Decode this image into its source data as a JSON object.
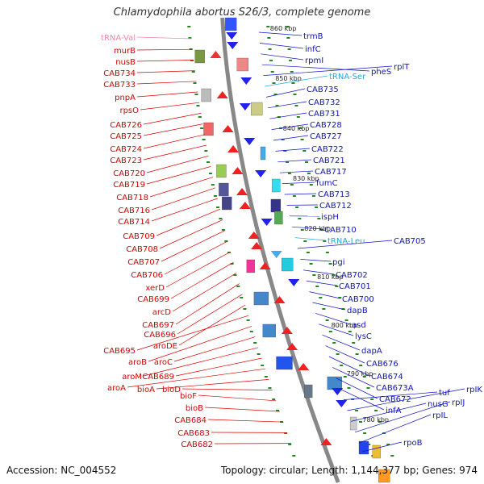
{
  "title": "Chlamydophila abortus S26/3, complete genome",
  "footer": {
    "accession": "Accession: NC_004552",
    "summary": "Topology: circular; Length: 1,144,377 bp; Genes: 974"
  },
  "colors": {
    "left_label": "#dd0000",
    "right_label": "#1010cc",
    "trna_left": "#ee88aa",
    "trna_right": "#22aadd",
    "backbone": "#888888",
    "tick": "#228822"
  },
  "kbp_marks": [
    "860 kbp",
    "850 kbp",
    "840 kbp",
    "830 kbp",
    "820 kbp",
    "810 kbp",
    "800 kbp",
    "790 kbp",
    "780 kbp"
  ],
  "left_labels": [
    "tRNA-Val",
    "murB",
    "nusB",
    "CAB734",
    "CAB733",
    "pnpA",
    "rpsO",
    "CAB726",
    "CAB725",
    "CAB724",
    "CAB723",
    "CAB720",
    "CAB719",
    "CAB718",
    "CAB716",
    "CAB714",
    "CAB709",
    "CAB708",
    "CAB707",
    "CAB706",
    "xerD",
    "CAB699",
    "arcD",
    "CAB697",
    "CAB696",
    "aroDE",
    "CAB695",
    "aroB",
    "aroC",
    "aroM",
    "CAB689",
    "aroA",
    "bioA",
    "bioD",
    "bioF",
    "bioB",
    "CAB684",
    "CAB683",
    "CAB682"
  ],
  "right_labels": [
    "trmB",
    "infC",
    "rpmI",
    "pheS",
    "rplT",
    "tRNA-Ser",
    "CAB735",
    "CAB732",
    "CAB731",
    "CAB728",
    "CAB727",
    "CAB722",
    "CAB721",
    "CAB717",
    "fumC",
    "CAB713",
    "CAB712",
    "ispH",
    "CAB710",
    "tRNA-Leu",
    "CAB705",
    "pgi",
    "CAB702",
    "CAB701",
    "CAB700",
    "dapB",
    "asd",
    "lysC",
    "dapA",
    "CAB676",
    "CAB674",
    "CAB673A",
    "CAB672",
    "infA",
    "tuf",
    "rpIK",
    "nusG",
    "rpIJ",
    "rpIL",
    "rpoB"
  ]
}
